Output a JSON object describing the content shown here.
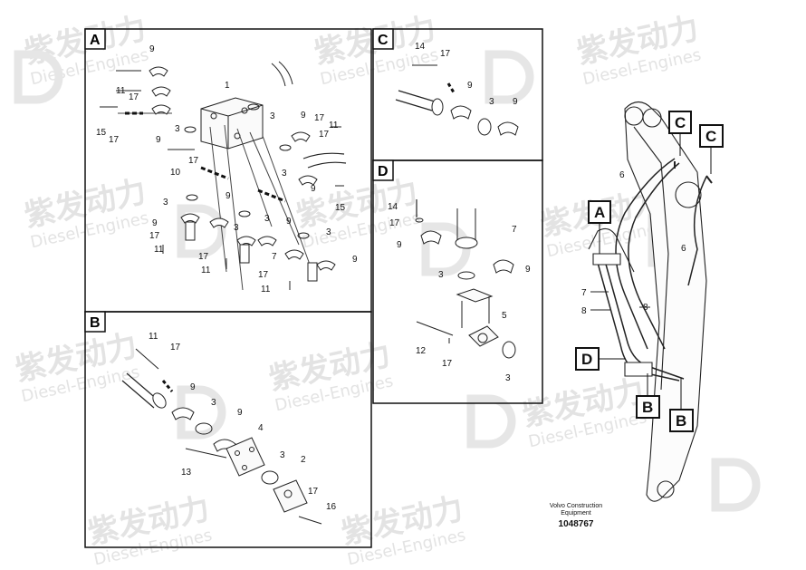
{
  "watermark": {
    "brand_cn": "紫发动力",
    "brand_en": "Diesel-Engines"
  },
  "panels": {
    "A": {
      "label": "A"
    },
    "B": {
      "label": "B"
    },
    "C": {
      "label": "C"
    },
    "D": {
      "label": "D"
    }
  },
  "callouts": {
    "c1": "C",
    "c2": "C",
    "a": "A",
    "d": "D",
    "b1": "B",
    "b2": "B"
  },
  "caption": {
    "company_line1": "Volvo Construction",
    "company_line2": "Equipment",
    "part_number": "1048767"
  },
  "parts": {
    "A": [
      "9",
      "11",
      "17",
      "1",
      "3",
      "15",
      "17",
      "9",
      "3",
      "9",
      "17",
      "11",
      "17",
      "10",
      "3",
      "3",
      "9",
      "17",
      "9",
      "15",
      "3",
      "9",
      "17",
      "11",
      "3",
      "17",
      "11",
      "7",
      "9",
      "3",
      "17",
      "11",
      "9"
    ],
    "B": [
      "11",
      "17",
      "9",
      "3",
      "9",
      "4",
      "3",
      "2",
      "13",
      "17",
      "16"
    ],
    "C": [
      "14",
      "17",
      "9",
      "3",
      "9"
    ],
    "D": [
      "14",
      "17",
      "9",
      "7",
      "3",
      "9",
      "5",
      "12",
      "17",
      "3"
    ],
    "overview": [
      "6",
      "6",
      "7",
      "8",
      "8"
    ]
  }
}
